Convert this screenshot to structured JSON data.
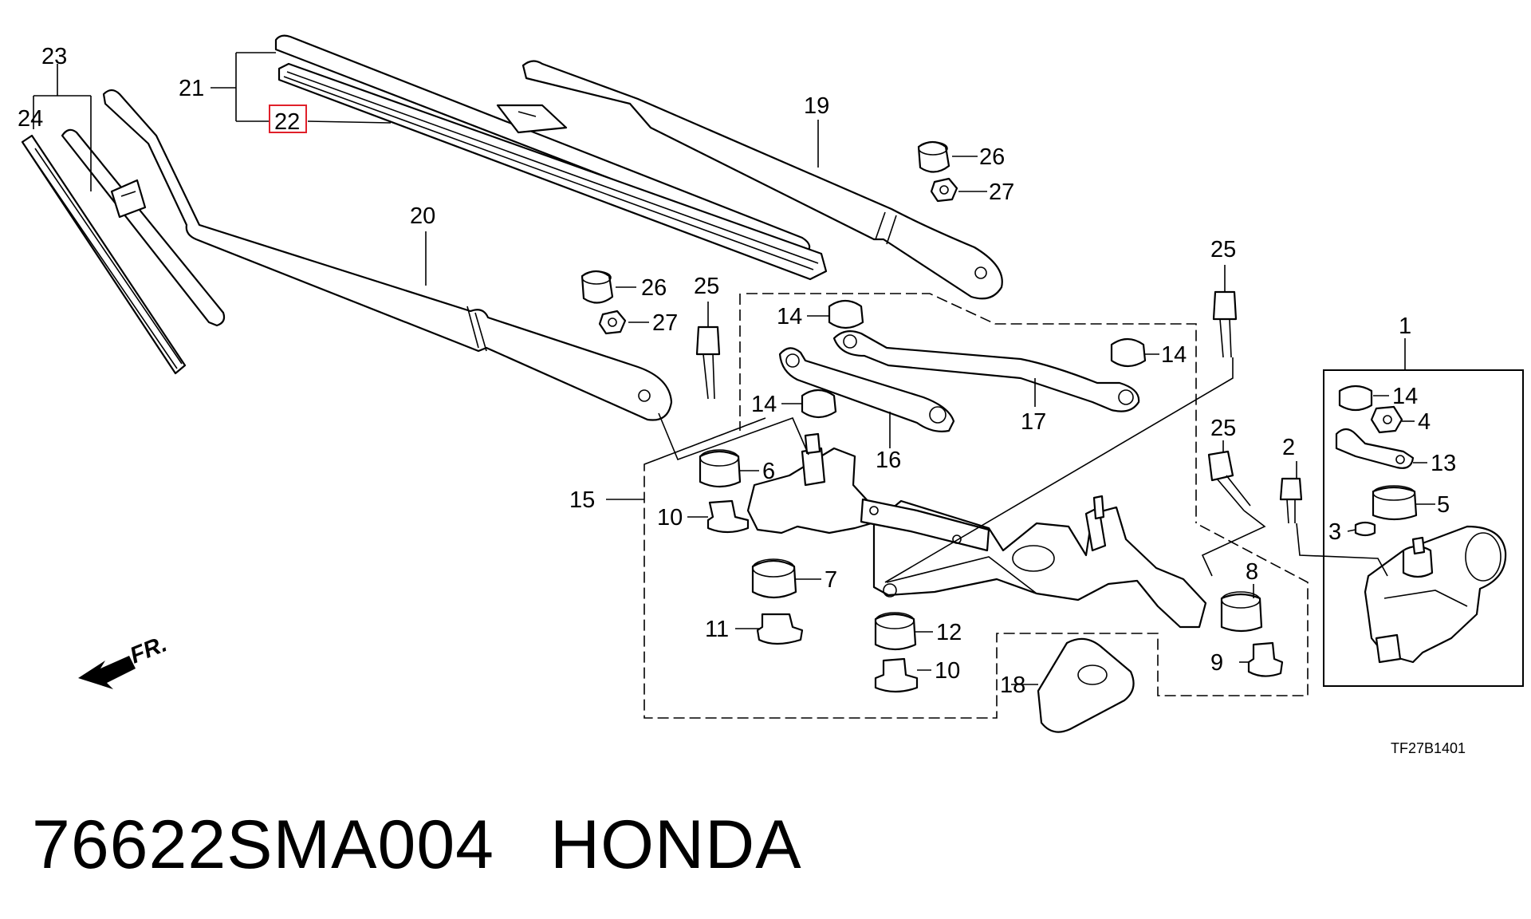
{
  "diagram": {
    "code": "TF27B1401",
    "front_label": "FR.",
    "labels": {
      "p1": "1",
      "p2": "2",
      "p3": "3",
      "p4": "4",
      "p5": "5",
      "p6": "6",
      "p7": "7",
      "p8": "8",
      "p9": "9",
      "p10a": "10",
      "p10b": "10",
      "p11": "11",
      "p12": "12",
      "p13": "13",
      "p14a": "14",
      "p14b": "14",
      "p14c": "14",
      "p14d": "14",
      "p15": "15",
      "p16": "16",
      "p17": "17",
      "p18": "18",
      "p19": "19",
      "p20": "20",
      "p21": "21",
      "p22": "22",
      "p23": "23",
      "p24": "24",
      "p25a": "25",
      "p25b": "25",
      "p25c": "25",
      "p26a": "26",
      "p26b": "26",
      "p27a": "27",
      "p27b": "27"
    },
    "highlight_color": "#e0202a"
  },
  "footer": {
    "part_number": "76622SMA004",
    "brand": "HONDA"
  }
}
